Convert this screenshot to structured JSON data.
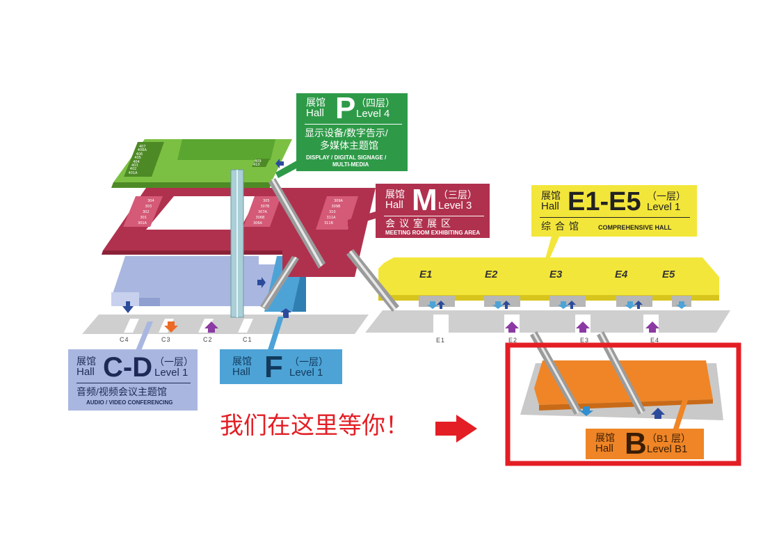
{
  "halls": {
    "P": {
      "hall_cn": "展馆",
      "hall_en": "Hall",
      "letter": "P",
      "level_cn": "（四层）",
      "level_en": "Level 4",
      "desc_cn_1": "显示设备/数字告示/",
      "desc_cn_2": "多媒体主题馆",
      "desc_en_1": "DISPLAY / DIGITAL SIGNAGE /",
      "desc_en_2": "MULTI-MEDIA",
      "color": "#2e9a48"
    },
    "M": {
      "hall_cn": "展馆",
      "hall_en": "Hall",
      "letter": "M",
      "level_cn": "（三层）",
      "level_en": "Level 3",
      "desc_cn": "会议室展区",
      "desc_en": "MEETING ROOM EXHIBITING AREA",
      "color": "#b0314e"
    },
    "E": {
      "hall_cn": "展馆",
      "hall_en": "Hall",
      "letter": "E1-E5",
      "level_cn": "（一层）",
      "level_en": "Level 1",
      "desc_cn": "综合馆",
      "desc_en": "COMPREHENSIVE HALL",
      "color": "#f3e63a"
    },
    "CD": {
      "hall_cn": "展馆",
      "hall_en": "Hall",
      "letter": "C-D",
      "level_cn": "（一层）",
      "level_en": "Level 1",
      "desc_cn": "音频/视频会议主题馆",
      "desc_en": "AUDIO / VIDEO CONFERENCING",
      "color": "#a9b7e0"
    },
    "F": {
      "hall_cn": "展馆",
      "hall_en": "Hall",
      "letter": "F",
      "level_cn": "（一层）",
      "level_en": "Level 1",
      "color": "#4da3d6"
    },
    "B": {
      "hall_cn": "展馆",
      "hall_en": "Hall",
      "letter": "B",
      "level_cn": "（B1 层）",
      "level_en": "Level B1",
      "color": "#ef8526"
    }
  },
  "e_halls": [
    "E1",
    "E2",
    "E3",
    "E4",
    "E5"
  ],
  "gates": [
    "C4",
    "C3",
    "C2",
    "C1",
    "E1",
    "E2",
    "E3",
    "E4"
  ],
  "p_rooms": [
    "407",
    "408A",
    "406",
    "405",
    "404",
    "403",
    "402",
    "401A",
    "409",
    "410"
  ],
  "m_rooms_left": [
    "304",
    "303",
    "302",
    "301",
    "301A"
  ],
  "m_rooms_mid": [
    "305",
    "307B",
    "307A",
    "306B",
    "306A"
  ],
  "m_rooms_right": [
    "309A",
    "309B",
    "310",
    "311A",
    "311B"
  ],
  "callout": {
    "text": "我们在这里等你！",
    "color": "#e31e24"
  },
  "highlight_color": "#e31e24"
}
